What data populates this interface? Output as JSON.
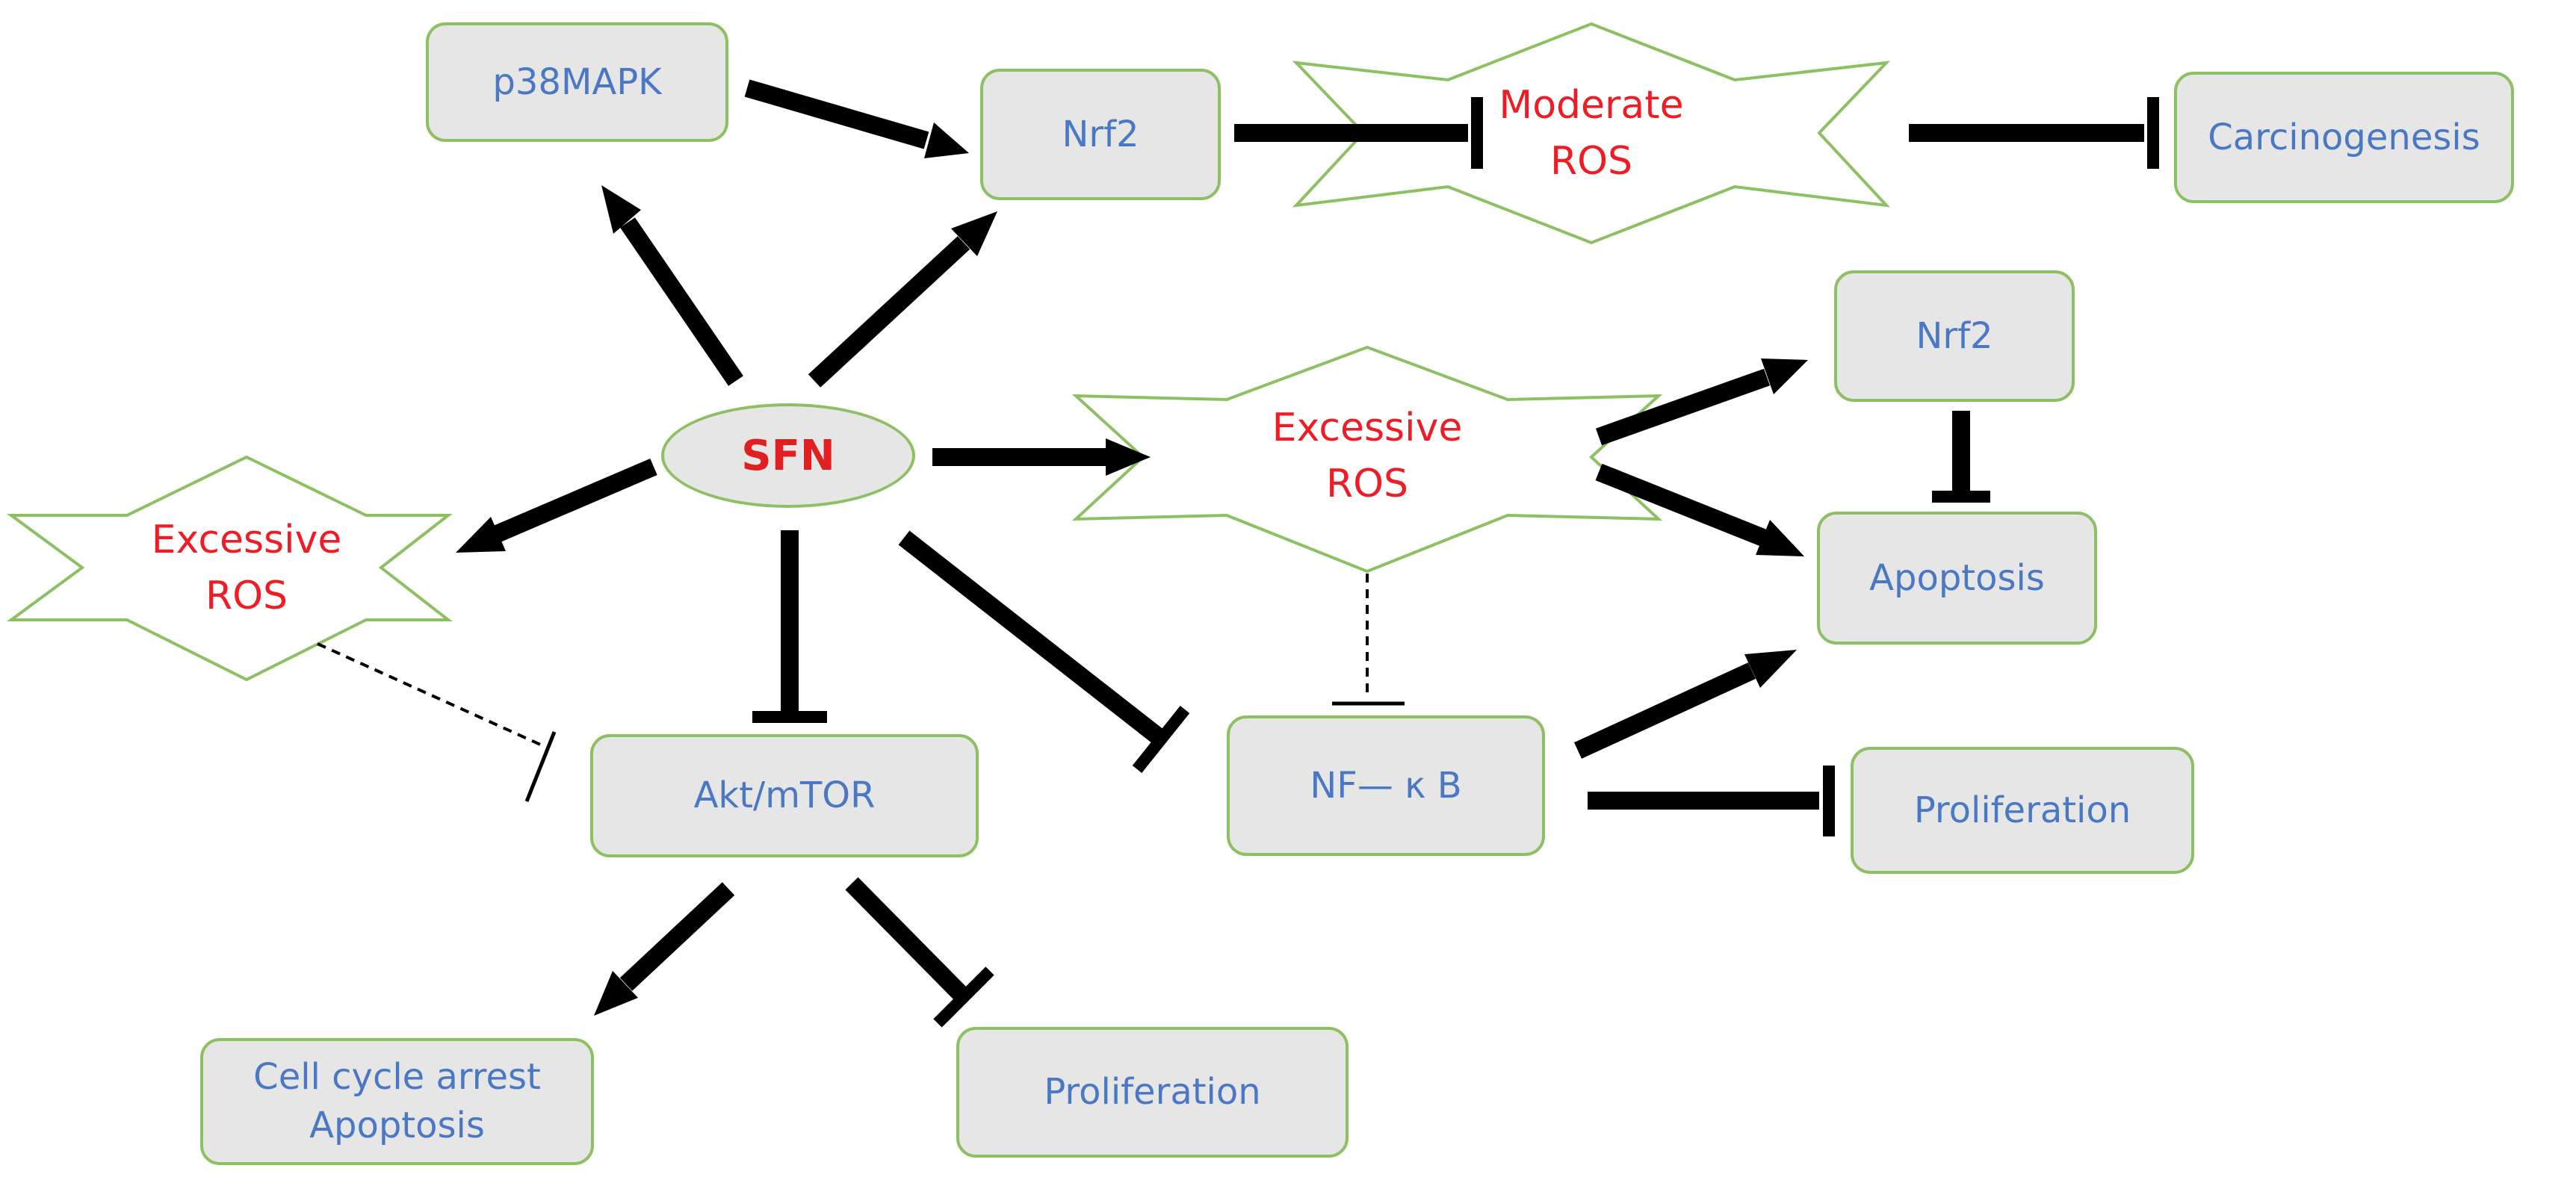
{
  "diagram": {
    "center": {
      "label": "SFN"
    },
    "nodes": {
      "p38mapk": "p38MAPK",
      "nrf2_top": "Nrf2",
      "carcinogenesis": "Carcinogenesis",
      "nrf2_right": "Nrf2",
      "apoptosis_right": "Apoptosis",
      "nfkb": "NF— κ B",
      "proliferation_right": "Proliferation",
      "akt_mtor": "Akt/mTOR",
      "cell_cycle_line1": "Cell cycle arrest",
      "cell_cycle_line2": "Apoptosis",
      "proliferation_bottom": "Proliferation"
    },
    "stars": {
      "moderate_ros": {
        "line1": "Moderate",
        "line2": "ROS"
      },
      "excessive_ros_center": {
        "line1": "Excessive",
        "line2": "ROS"
      },
      "excessive_ros_left": {
        "line1": "Excessive",
        "line2": "ROS"
      }
    },
    "colors": {
      "box_fill": "#e6e6e6",
      "box_border": "#8cc063",
      "node_text": "#4a78c4",
      "ros_text": "#ee1c24",
      "sfn_text": "#e02020",
      "edge": "#000000"
    }
  }
}
